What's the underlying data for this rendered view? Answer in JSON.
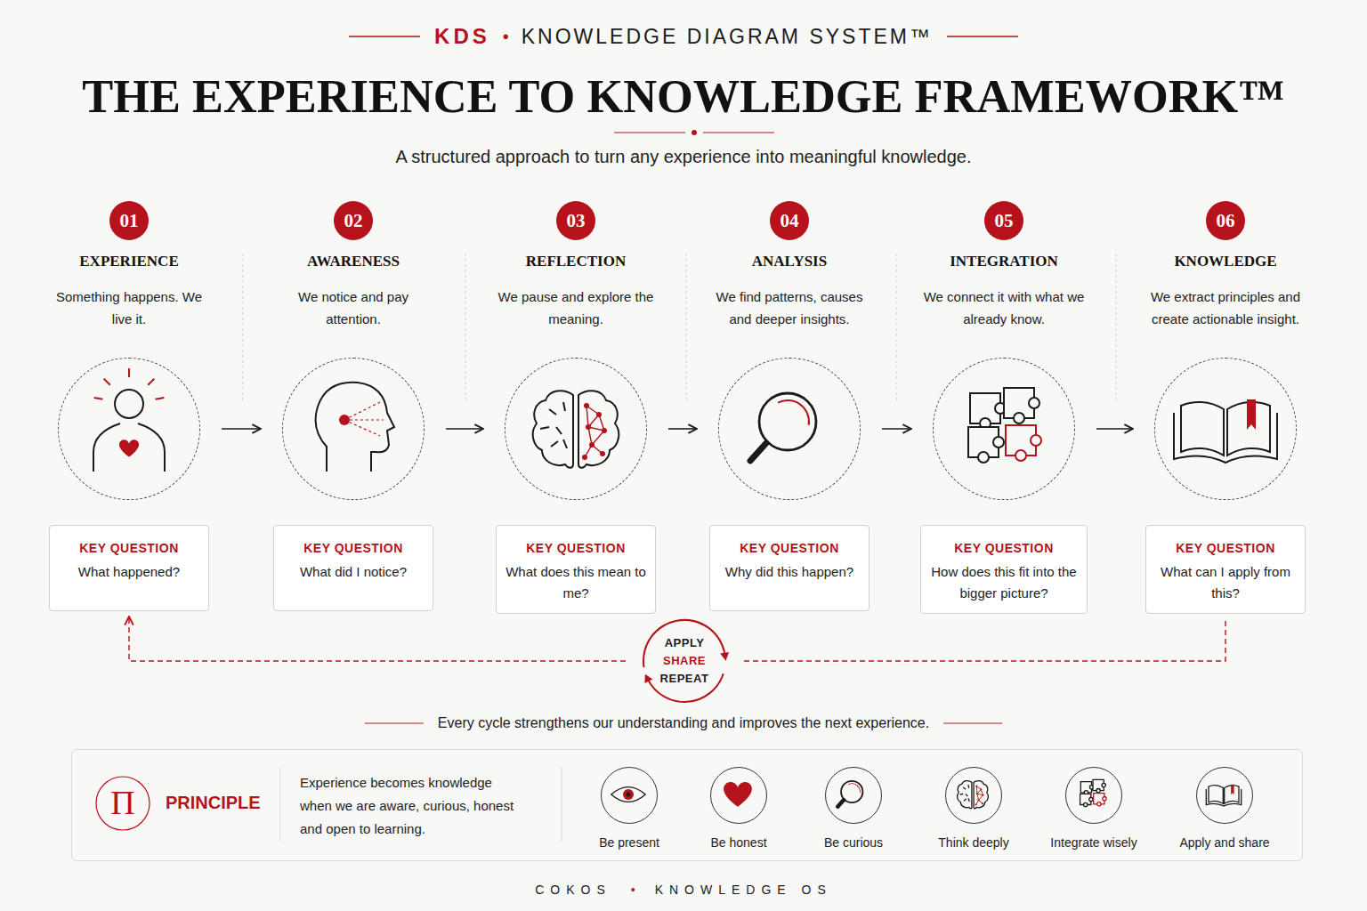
{
  "diagram": {
    "title": "THE EXPERIENCE TO KNOWLEDGE FRAMEWORK™",
    "caption": "A structured approach to turn any experience into meaningful knowledge.",
    "nodes": [
      {
        "text": [
          "01"
        ]
      },
      {
        "text": [
          "02"
        ]
      },
      {
        "text": [
          "03"
        ]
      },
      {
        "text": [
          "04"
        ]
      },
      {
        "text": [
          "05"
        ]
      },
      {
        "text": [
          "06"
        ]
      },
      {
        "text": [
          "EXPERIENCE",
          "Something happens. We live it."
        ]
      },
      {
        "text": [
          "AWARENESS",
          "We notice and pay attention."
        ]
      },
      {
        "text": [
          "REFLECTION",
          "We pause and explore the meaning."
        ]
      },
      {
        "text": [
          "ANALYSIS",
          "We find patterns, causes and deeper insights."
        ]
      },
      {
        "text": [
          "INTEGRATION",
          "We connect it with what we already know."
        ]
      },
      {
        "text": [
          "KNOWLEDGE",
          "We extract principles and create actionable insight."
        ]
      },
      {
        "text": [
          "KEY QUESTION",
          "What happened?"
        ]
      },
      {
        "text": [
          "KEY QUESTION",
          "What did I notice?"
        ]
      },
      {
        "text": [
          "KEY QUESTION",
          "What does this mean to me?"
        ]
      },
      {
        "text": [
          "KEY QUESTION",
          "Why did this happen?"
        ]
      },
      {
        "text": [
          "KEY QUESTION",
          "How does this fit into the bigger picture?"
        ]
      },
      {
        "text": [
          "KEY QUESTION",
          "What can I apply from this?"
        ]
      },
      {
        "text": [
          "APPLY",
          "SHARE",
          "REPEAT"
        ]
      },
      {
        "text": [
          "PRINCIPLE",
          "Experience becomes knowledge when we are aware, curious, honest and open to learning."
        ]
      },
      {
        "text": [
          "Be present"
        ],
        "in": 19
      },
      {
        "text": [
          "Be honest"
        ],
        "in": 19
      },
      {
        "text": [
          "Be curious"
        ],
        "in": 19
      },
      {
        "text": [
          "Think deeply"
        ],
        "in": 19
      },
      {
        "text": [
          "Integrate wisely"
        ],
        "in": 19
      },
      {
        "text": [
          "Apply and share"
        ],
        "in": 19
      }
    ],
    "edges": [
      {
        "from": 6,
        "to": 7,
        "arrow": "to"
      },
      {
        "from": 7,
        "to": 8,
        "arrow": "to"
      },
      {
        "from": 8,
        "to": 9,
        "arrow": "to"
      },
      {
        "from": 9,
        "to": 10,
        "arrow": "to"
      },
      {
        "from": 10,
        "to": 11,
        "arrow": "to"
      },
      {
        "from": 17,
        "to": 18,
        "arrow": "none"
      },
      {
        "from": 18,
        "to": 12,
        "arrow": "to"
      }
    ],
    "labels": [
      "KDS",
      "•",
      "KNOWLEDGE DIAGRAM SYSTEM™",
      "Π",
      "Every cycle strengthens our understanding and improves the next experience.",
      "COKOS",
      "•",
      "KNOWLEDGE OS"
    ]
  }
}
